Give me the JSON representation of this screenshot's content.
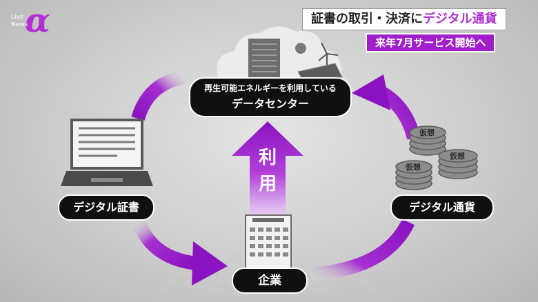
{
  "branding": {
    "logo_live": "Live",
    "logo_news": "News",
    "logo_alpha": "α"
  },
  "headline": {
    "title_part1": "証書の取引・決済に",
    "title_highlight": "デジタル通貨",
    "subtitle": "来年7月サービス開始へ"
  },
  "nodes": {
    "data_center": {
      "line1": "再生可能エネルギーを利用している",
      "line2": "データセンター"
    },
    "digital_certificate": "デジタル証書",
    "digital_currency": "デジタル通貨",
    "company": "企業"
  },
  "arrow_label": {
    "char1": "利",
    "char2": "用"
  },
  "coins": [
    "仮想",
    "仮想",
    "仮想"
  ],
  "colors": {
    "accent": "#a01fcb",
    "pill_bg": "#101010",
    "background": "#d6d6d6"
  }
}
